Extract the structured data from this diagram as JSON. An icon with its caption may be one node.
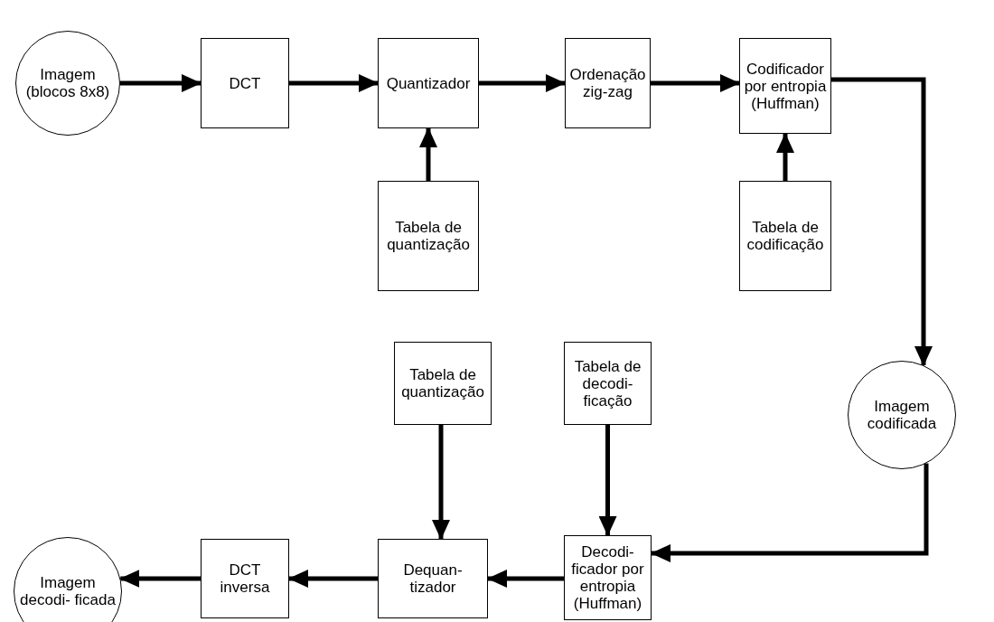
{
  "diagram": {
    "nodes": [
      {
        "text": [
          "Imagem (blocos 8x8)"
        ]
      },
      {
        "text": [
          "DCT"
        ]
      },
      {
        "text": [
          "Quantizador"
        ]
      },
      {
        "text": [
          "Ordenação zig-zag"
        ]
      },
      {
        "text": [
          "Codificador por entropia (Huffman)"
        ]
      },
      {
        "text": [
          "Tabela de quantização"
        ]
      },
      {
        "text": [
          "Tabela de codificação"
        ]
      },
      {
        "text": [
          "Imagem codificada"
        ]
      },
      {
        "text": [
          "Tabela de quantização"
        ]
      },
      {
        "text": [
          "Tabela de decodi- ficação"
        ]
      },
      {
        "text": [
          "Imagem decodi- ficada"
        ]
      },
      {
        "text": [
          "DCT inversa"
        ]
      },
      {
        "text": [
          "Dequan- tizador"
        ]
      },
      {
        "text": [
          "Decodi- ficador por entropia (Huffman)"
        ]
      }
    ],
    "edges": [
      {
        "from": 0,
        "to": 1,
        "arrow": "to"
      },
      {
        "from": 1,
        "to": 2,
        "arrow": "to"
      },
      {
        "from": 2,
        "to": 3,
        "arrow": "to"
      },
      {
        "from": 3,
        "to": 4,
        "arrow": "to"
      },
      {
        "from": 5,
        "to": 2,
        "arrow": "to"
      },
      {
        "from": 6,
        "to": 4,
        "arrow": "to"
      },
      {
        "from": 4,
        "to": 7,
        "arrow": "to"
      },
      {
        "from": 7,
        "to": 13,
        "arrow": "to"
      },
      {
        "from": 8,
        "to": 12,
        "arrow": "to"
      },
      {
        "from": 9,
        "to": 13,
        "arrow": "to"
      },
      {
        "from": 13,
        "to": 12,
        "arrow": "to"
      },
      {
        "from": 12,
        "to": 11,
        "arrow": "to"
      },
      {
        "from": 11,
        "to": 10,
        "arrow": "to"
      }
    ]
  }
}
